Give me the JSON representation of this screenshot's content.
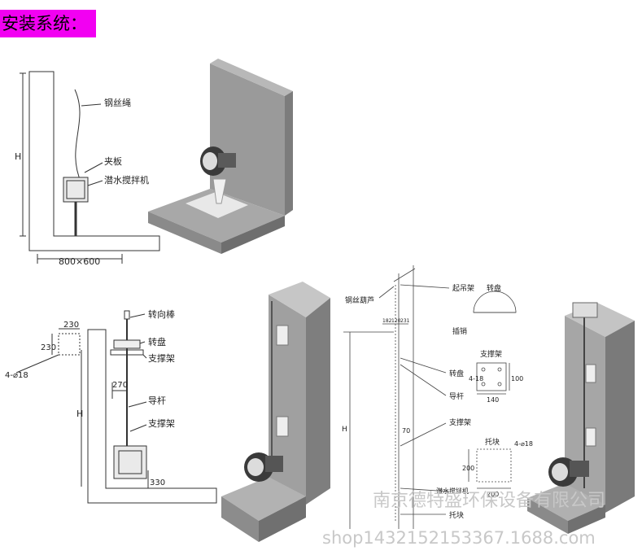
{
  "title": "安装系统：",
  "diagram1": {
    "labels": {
      "wire_rope": "钢丝绳",
      "clamp_plate": "夹板",
      "mixer": "潜水搅拌机",
      "height": "H",
      "base_size": "800×600"
    }
  },
  "diagram2": {
    "labels": {
      "steering_rod": "转向棒",
      "turntable": "转盘",
      "support_frame": "支撑架",
      "guide_rod": "导杆",
      "support_frame2": "支撑架",
      "dim_230_top": "230",
      "dim_230_side": "230",
      "hole_spec": "4-⌀18",
      "dim_270": "270",
      "height": "H",
      "dim_330": "330"
    }
  },
  "diagram3": {
    "labels": {
      "lifting_frame": "起吊架",
      "wire_hoist": "钢丝葫芦",
      "turntable_title": "转盘",
      "latch_pin": "插销",
      "support_frame_title": "支撑架",
      "dim_4_18": "4-18",
      "dim_100": "100",
      "dim_140": "140",
      "turntable": "转盘",
      "guide_rod": "导杆",
      "support_frame": "支撑架",
      "dim_70": "70",
      "support_block_title": "托块",
      "hole_spec": "4-⌀18",
      "dim_200_side": "200",
      "dim_200_bottom": "200",
      "mixer": "潜水搅拌机",
      "support_block": "托块",
      "height": "H",
      "dims_top": [
        "182",
        "120",
        "231"
      ]
    }
  },
  "watermark": {
    "company": "南京德特盛环保设备有限公司",
    "shop": "shop1432152153367.1688.com"
  }
}
